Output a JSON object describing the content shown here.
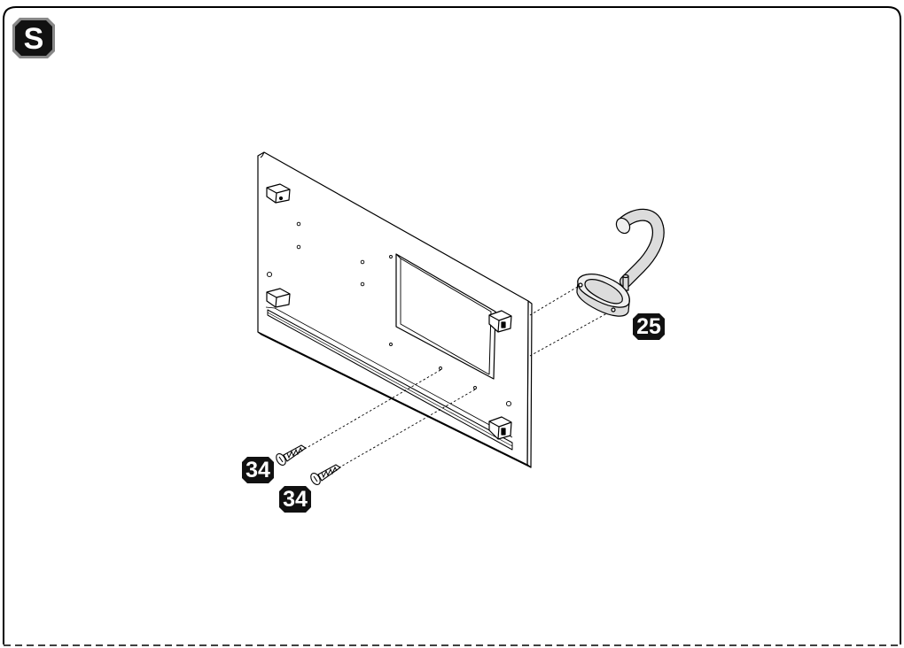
{
  "step": {
    "label": "S"
  },
  "parts": [
    {
      "id": "mounting-panel",
      "callout": ""
    },
    {
      "id": "hook",
      "callout": "25"
    },
    {
      "id": "screw-1",
      "callout": "34"
    },
    {
      "id": "screw-2",
      "callout": "34"
    }
  ],
  "colors": {
    "line": "#000000",
    "badge": "#111111",
    "badge_text": "#ffffff",
    "hook_fill": "#dcdcdc"
  }
}
